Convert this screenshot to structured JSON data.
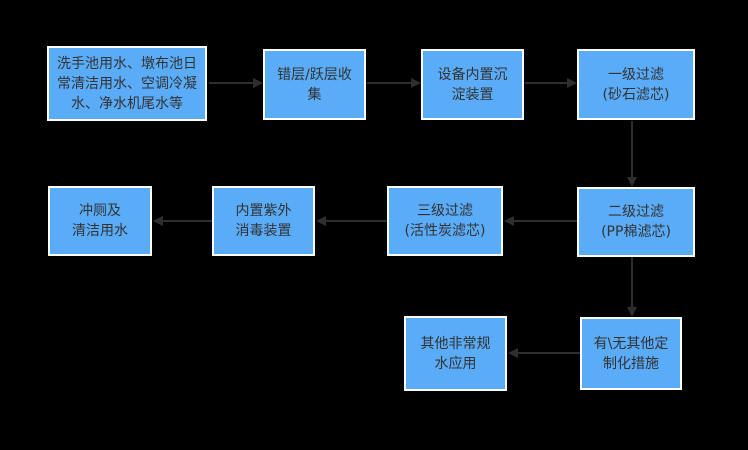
{
  "colors": {
    "background": "#000000",
    "node_fill": "#5aabf8",
    "node_border": "#ffffff",
    "text": "#333333",
    "arrow": "#2e2e2e"
  },
  "flowchart": {
    "description": "greywater-reuse-treatment-process-flowchart",
    "nodes": [
      {
        "id": "source-water",
        "label": "洗手池用水、墩布池日\n常清洁用水、空调冷凝\n水、净水机尾水等"
      },
      {
        "id": "split-level-collection",
        "label": "错层/跃层收\n集"
      },
      {
        "id": "built-in-sedimentation",
        "label": "设备内置沉\n淀装置"
      },
      {
        "id": "primary-filter",
        "label": "一级过滤\n(砂石滤芯)"
      },
      {
        "id": "secondary-filter",
        "label": "二级过滤\n(PP棉滤芯)"
      },
      {
        "id": "tertiary-filter",
        "label": "三级过滤\n(活性炭滤芯)"
      },
      {
        "id": "uv-disinfection",
        "label": "内置紫外\n消毒装置"
      },
      {
        "id": "toilet-cleaning-water",
        "label": "冲厕及\n清洁用水"
      },
      {
        "id": "custom-measures",
        "label": "有\\无其他定\n制化措施"
      },
      {
        "id": "other-water-use",
        "label": "其他非常规\n水应用"
      }
    ],
    "arrows": [
      {
        "from": "source-water",
        "to": "split-level-collection",
        "direction": "right"
      },
      {
        "from": "split-level-collection",
        "to": "built-in-sedimentation",
        "direction": "right"
      },
      {
        "from": "built-in-sedimentation",
        "to": "primary-filter",
        "direction": "right"
      },
      {
        "from": "primary-filter",
        "to": "secondary-filter",
        "direction": "down"
      },
      {
        "from": "secondary-filter",
        "to": "tertiary-filter",
        "direction": "left"
      },
      {
        "from": "tertiary-filter",
        "to": "uv-disinfection",
        "direction": "left"
      },
      {
        "from": "uv-disinfection",
        "to": "toilet-cleaning-water",
        "direction": "left"
      },
      {
        "from": "secondary-filter",
        "to": "custom-measures",
        "direction": "down"
      },
      {
        "from": "custom-measures",
        "to": "other-water-use",
        "direction": "left"
      }
    ]
  }
}
